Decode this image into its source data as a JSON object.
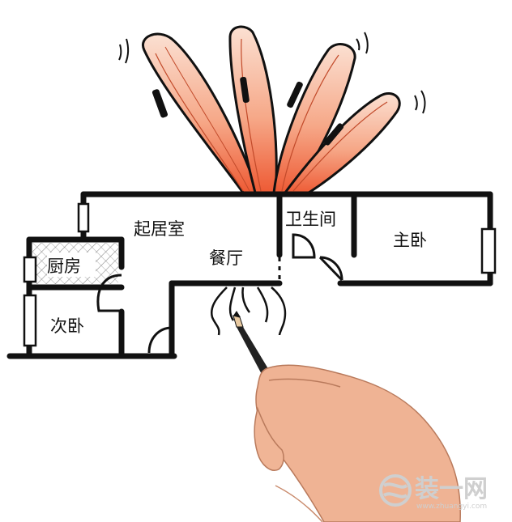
{
  "floorplan": {
    "rooms": {
      "living_room": "起居室",
      "bathroom": "卫生间",
      "master_bedroom": "主卧",
      "dining": "餐厅",
      "kitchen": "厨房",
      "second_bedroom": "次卧"
    }
  },
  "colors": {
    "ink": "#111111",
    "petal_fill": "#f6b9a0",
    "petal_core": "#ee5a34",
    "skin": "#efb394",
    "pencil": "#222222",
    "watermark": "#cfcfcf"
  },
  "watermark": {
    "brand": "装一网",
    "url": "www.zhuangyi.com"
  }
}
